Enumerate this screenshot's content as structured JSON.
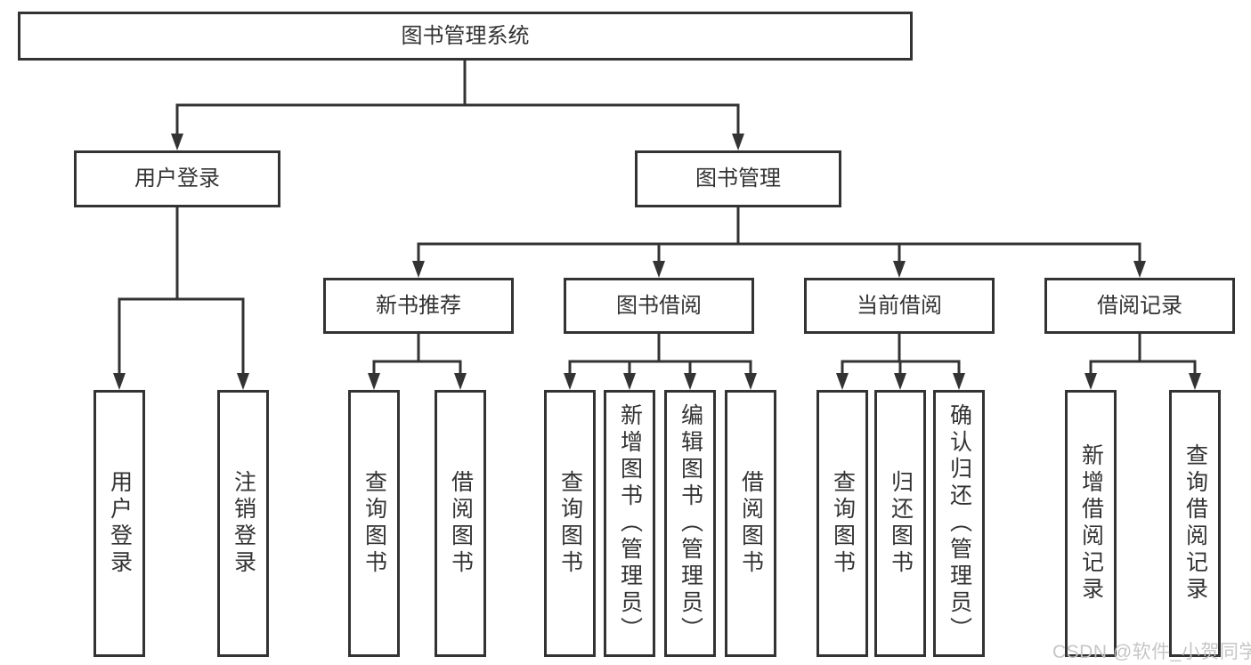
{
  "diagram": {
    "root": {
      "label": "图书管理系统"
    },
    "level2": [
      {
        "label": "用户登录"
      },
      {
        "label": "图书管理"
      }
    ],
    "level3": [
      {
        "label": "新书推荐",
        "parent": "图书管理"
      },
      {
        "label": "图书借阅",
        "parent": "图书管理"
      },
      {
        "label": "当前借阅",
        "parent": "图书管理"
      },
      {
        "label": "借阅记录",
        "parent": "图书管理"
      }
    ],
    "leaves": [
      {
        "label": "用户登录",
        "parent": "用户登录"
      },
      {
        "label": "注销登录",
        "parent": "用户登录"
      },
      {
        "label": "查询图书",
        "parent": "新书推荐"
      },
      {
        "label": "借阅图书",
        "parent": "新书推荐"
      },
      {
        "label": "查询图书",
        "parent": "图书借阅"
      },
      {
        "label": "新增图书（管理员）",
        "parent": "图书借阅"
      },
      {
        "label": "编辑图书（管理员）",
        "parent": "图书借阅"
      },
      {
        "label": "借阅图书",
        "parent": "图书借阅"
      },
      {
        "label": "查询图书",
        "parent": "当前借阅"
      },
      {
        "label": "归还图书",
        "parent": "当前借阅"
      },
      {
        "label": "确认归还（管理员）",
        "parent": "当前借阅"
      },
      {
        "label": "新增借阅记录",
        "parent": "借阅记录"
      },
      {
        "label": "查询借阅记录",
        "parent": "借阅记录"
      }
    ]
  },
  "watermark": {
    "text": "CSDN @软件_小贺同学"
  },
  "colors": {
    "line": "#333333",
    "text": "#333333",
    "box_bg": "#ffffff",
    "background": "#ffffff",
    "watermark": "#c3c3c3"
  }
}
